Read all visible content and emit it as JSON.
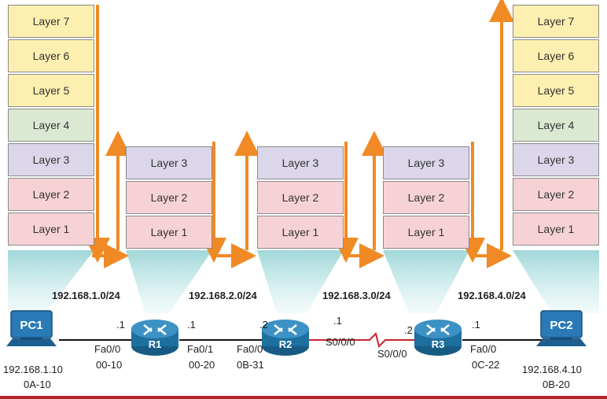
{
  "stacks": {
    "pc1": [
      "Layer 7",
      "Layer 6",
      "Layer 5",
      "Layer 4",
      "Layer 3",
      "Layer 2",
      "Layer 1"
    ],
    "r1": [
      "Layer 3",
      "Layer 2",
      "Layer 1"
    ],
    "r2": [
      "Layer 3",
      "Layer 2",
      "Layer 1"
    ],
    "r3": [
      "Layer 3",
      "Layer 2",
      "Layer 1"
    ],
    "pc2": [
      "Layer 7",
      "Layer 6",
      "Layer 5",
      "Layer 4",
      "Layer 3",
      "Layer 2",
      "Layer 1"
    ]
  },
  "networks": [
    "192.168.1.0/24",
    "192.168.2.0/24",
    "192.168.3.0/24",
    "192.168.4.0/24"
  ],
  "devices": {
    "pc1": {
      "name": "PC1",
      "ip": "192.168.1.10",
      "mac": "0A-10"
    },
    "r1": {
      "name": "R1",
      "left_host": ".1",
      "left_if": "Fa0/0",
      "left_mac": "00-10",
      "right_host": ".1",
      "right_if": "Fa0/1",
      "right_mac": "00-20"
    },
    "r2": {
      "name": "R2",
      "left_host": ".2",
      "left_if": "Fa0/0",
      "left_mac": "0B-31",
      "right_host": ".1",
      "right_if": "S0/0/0"
    },
    "r3": {
      "name": "R3",
      "left_host": ".2",
      "left_if": "S0/0/0",
      "right_host": ".1",
      "right_if": "Fa0/0",
      "right_mac": "0C-22"
    },
    "pc2": {
      "name": "PC2",
      "ip": "192.168.4.10",
      "mac": "0B-20"
    }
  },
  "colors": {
    "arrow": "#f08a24",
    "serial_link": "#c8252f",
    "router": "#1d6f9e",
    "pc": "#2a7ab8",
    "beam": "#9fd8d9"
  }
}
